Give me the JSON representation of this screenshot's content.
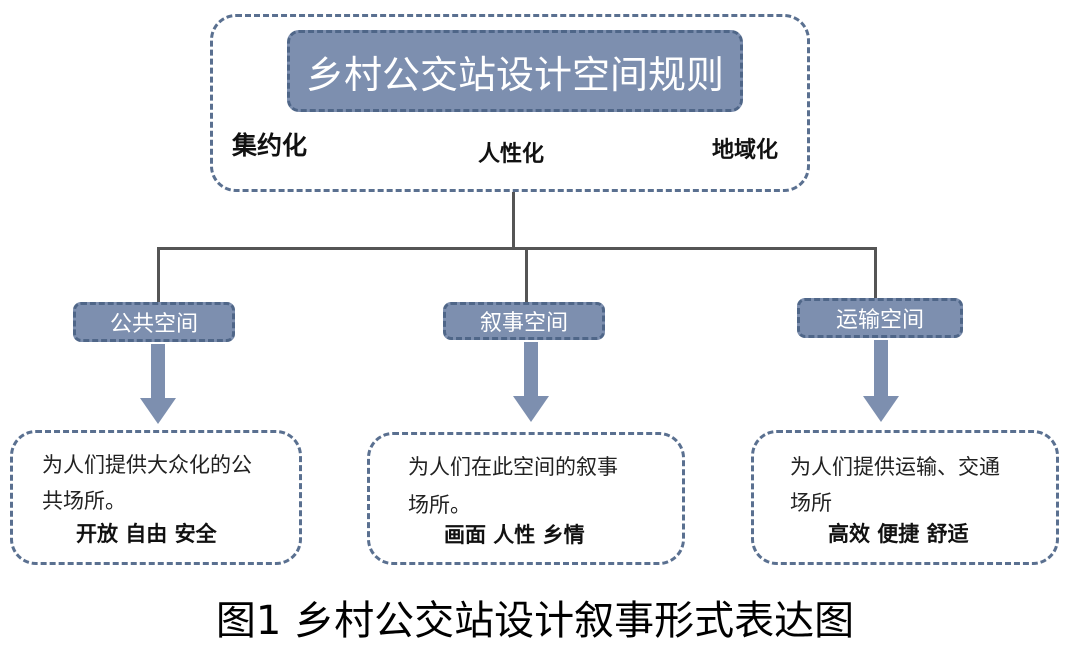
{
  "title": "乡村公交站设计空间规则",
  "principles": [
    "集约化",
    "人性化",
    "地域化"
  ],
  "categories": [
    {
      "label": "公共空间",
      "desc_line1": "为人们提供大众化的公",
      "desc_line2": "共场所。",
      "keywords": "开放 自由 安全"
    },
    {
      "label": "叙事空间",
      "desc_line1": "为人们在此空间的叙事",
      "desc_line2": "场所。",
      "keywords": "画面 人性 乡情"
    },
    {
      "label": "运输空间",
      "desc_line1": "为人们提供运输、交通",
      "desc_line2": "场所",
      "keywords": "高效 便捷 舒适"
    }
  ],
  "caption": "图1  乡村公交站设计叙事形式表达图"
}
